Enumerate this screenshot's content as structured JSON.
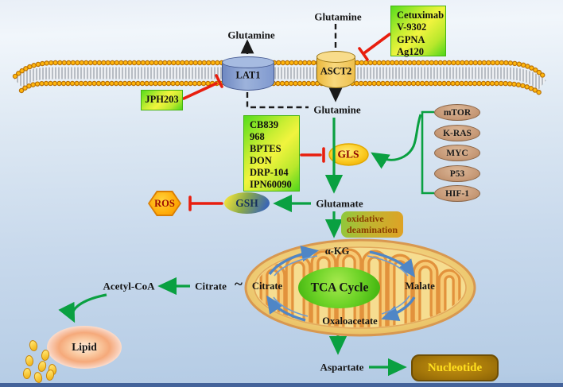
{
  "transporters": {
    "lat1": "LAT1",
    "asct2": "ASCT2"
  },
  "metabolites": {
    "glutamine_above_lat1": "Glutamine",
    "glutamine_above_asct2": "Glutamine",
    "glutamine_cytosol": "Glutamine",
    "glutamate": "Glutamate",
    "alpha_kg": "α-KG",
    "citrate_inner": "Citrate",
    "citrate_outer": "Citrate",
    "citrate_bond_symbol": "~",
    "malate": "Malate",
    "oxaloacetate": "Oxaloacetate",
    "acetyl_coa": "Acetyl-CoA",
    "aspartate": "Aspartate"
  },
  "enzymes": {
    "gls": "GLS",
    "gsh": "GSH",
    "ros": "ROS"
  },
  "inhibitor_boxes": {
    "jph203": {
      "lines": [
        "JPH203"
      ]
    },
    "asct2_inhibitors": {
      "lines": [
        "Cetuximab",
        "V-9302",
        "GPNA",
        "Ag120"
      ]
    },
    "gls_inhibitors": {
      "lines": [
        "CB839",
        "968",
        "BPTES",
        "DON",
        "DRP-104",
        "IPN60090"
      ]
    }
  },
  "regulators": [
    {
      "label": "mTOR"
    },
    {
      "label": "K-RAS"
    },
    {
      "label": "MYC"
    },
    {
      "label": "P53"
    },
    {
      "label": "HIF-1"
    }
  ],
  "process": {
    "oxidative_deamination_line1": "oxidative",
    "oxidative_deamination_line2": "deamination",
    "tca_cycle": "TCA Cycle",
    "nucleotide": "Nucleotide",
    "lipid": "Lipid"
  },
  "colors": {
    "arrow_green": "#0aa041",
    "inhibit_red": "#e81e0e",
    "cycle_blue": "#4f86c6",
    "membrane_bead": "#f5a60d",
    "drug_box_green": "#55dd1c",
    "drug_box_yellow": "#f1f43e",
    "nucleotide_box": "#a87a0a",
    "background_top": "#eef4fa",
    "background_bottom": "#aec7e2"
  }
}
